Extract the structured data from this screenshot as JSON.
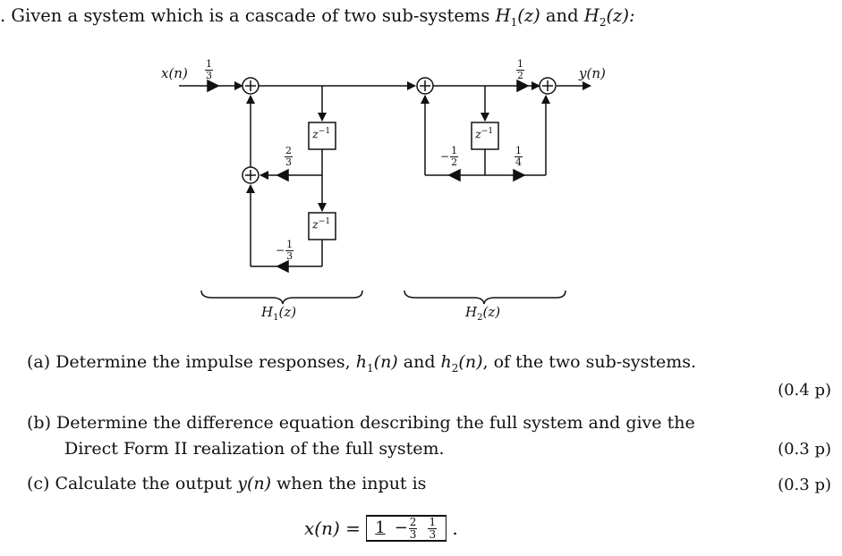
{
  "title": {
    "prefix": ". Given a system which is a cascade of two sub-systems ",
    "h1": "H",
    "h1_sub": "1",
    "h1_arg": "(z)",
    "and": " and ",
    "h2": "H",
    "h2_sub": "2",
    "h2_arg": "(z):"
  },
  "diagram": {
    "input_label": "x(n)",
    "output_label": "y(n)",
    "input_gain": {
      "num": "1",
      "den": "3"
    },
    "h1_forward_gain": {
      "num": "2",
      "den": "3"
    },
    "h1_back_gain": {
      "sign": "−",
      "num": "1",
      "den": "3"
    },
    "h2_top_gain": {
      "num": "1",
      "den": "2"
    },
    "h2_left_gain": {
      "sign": "−",
      "num": "1",
      "den": "2"
    },
    "h2_right_gain": {
      "num": "1",
      "den": "4"
    },
    "delay_label": "z",
    "delay_exp": "−1",
    "h1_brace_label": "H",
    "h1_brace_sub": "1",
    "h1_brace_arg": "(z)",
    "h2_brace_label": "H",
    "h2_brace_sub": "2",
    "h2_brace_arg": "(z)"
  },
  "questions": [
    {
      "label": "(a)",
      "text_1": "Determine the impulse responses, ",
      "h1": "h",
      "h1_sub": "1",
      "h1_arg": "(n)",
      "mid": " and ",
      "h2": "h",
      "h2_sub": "2",
      "h2_arg": "(n)",
      "text_2": ", of the two sub-systems.",
      "points": "(0.4 p)"
    },
    {
      "label": "(b)",
      "line1": "Determine the difference equation describing the full system and give the",
      "line2": "Direct Form II realization of the full system.",
      "points": "(0.3 p)"
    },
    {
      "label": "(c)",
      "text_1": "Calculate the output ",
      "y": "y",
      "y_arg": "(n)",
      "text_2": " when the input is",
      "points": "(0.3 p)"
    }
  ],
  "input_sequence": {
    "lhs": "x(n) = ",
    "values": [
      {
        "value": "1",
        "underlined": true
      },
      {
        "sign": "−",
        "num": "2",
        "den": "3"
      },
      {
        "num": "1",
        "den": "3"
      }
    ],
    "end": " ."
  }
}
